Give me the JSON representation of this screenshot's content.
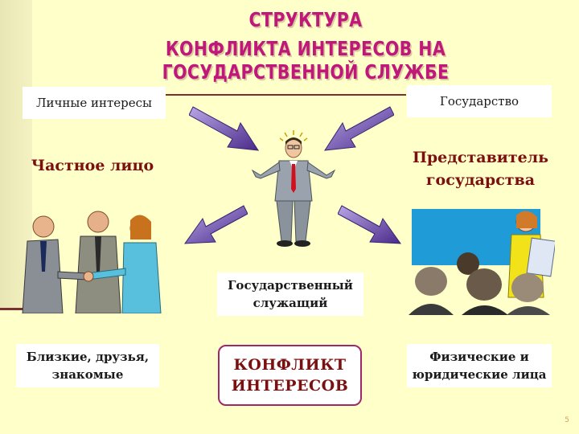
{
  "title": {
    "line1": "СТРУКТУРА",
    "line2": "КОНФЛИКТА ИНТЕРЕСОВ НА ГОСУДАРСТВЕННОЙ СЛУЖБЕ"
  },
  "boxes": {
    "personal_interests": "Личные интересы",
    "state": "Государство",
    "civil_servant": [
      "Государственный",
      "служащий"
    ],
    "relatives": [
      "Близкие, друзья,",
      "знакомые"
    ],
    "legal_entities": [
      "Физические и",
      "юридические лица"
    ]
  },
  "labels": {
    "private_person": "Частное лицо",
    "state_representative": [
      "Представитель",
      "государства"
    ]
  },
  "conflict": [
    "КОНФЛИКТ",
    "ИНТЕРЕСОВ"
  ],
  "page_number": "5",
  "colors": {
    "background": "#ffffc9",
    "title": "#c0187a",
    "label_red": "#7a1010",
    "arrow": "#7b55b8"
  }
}
